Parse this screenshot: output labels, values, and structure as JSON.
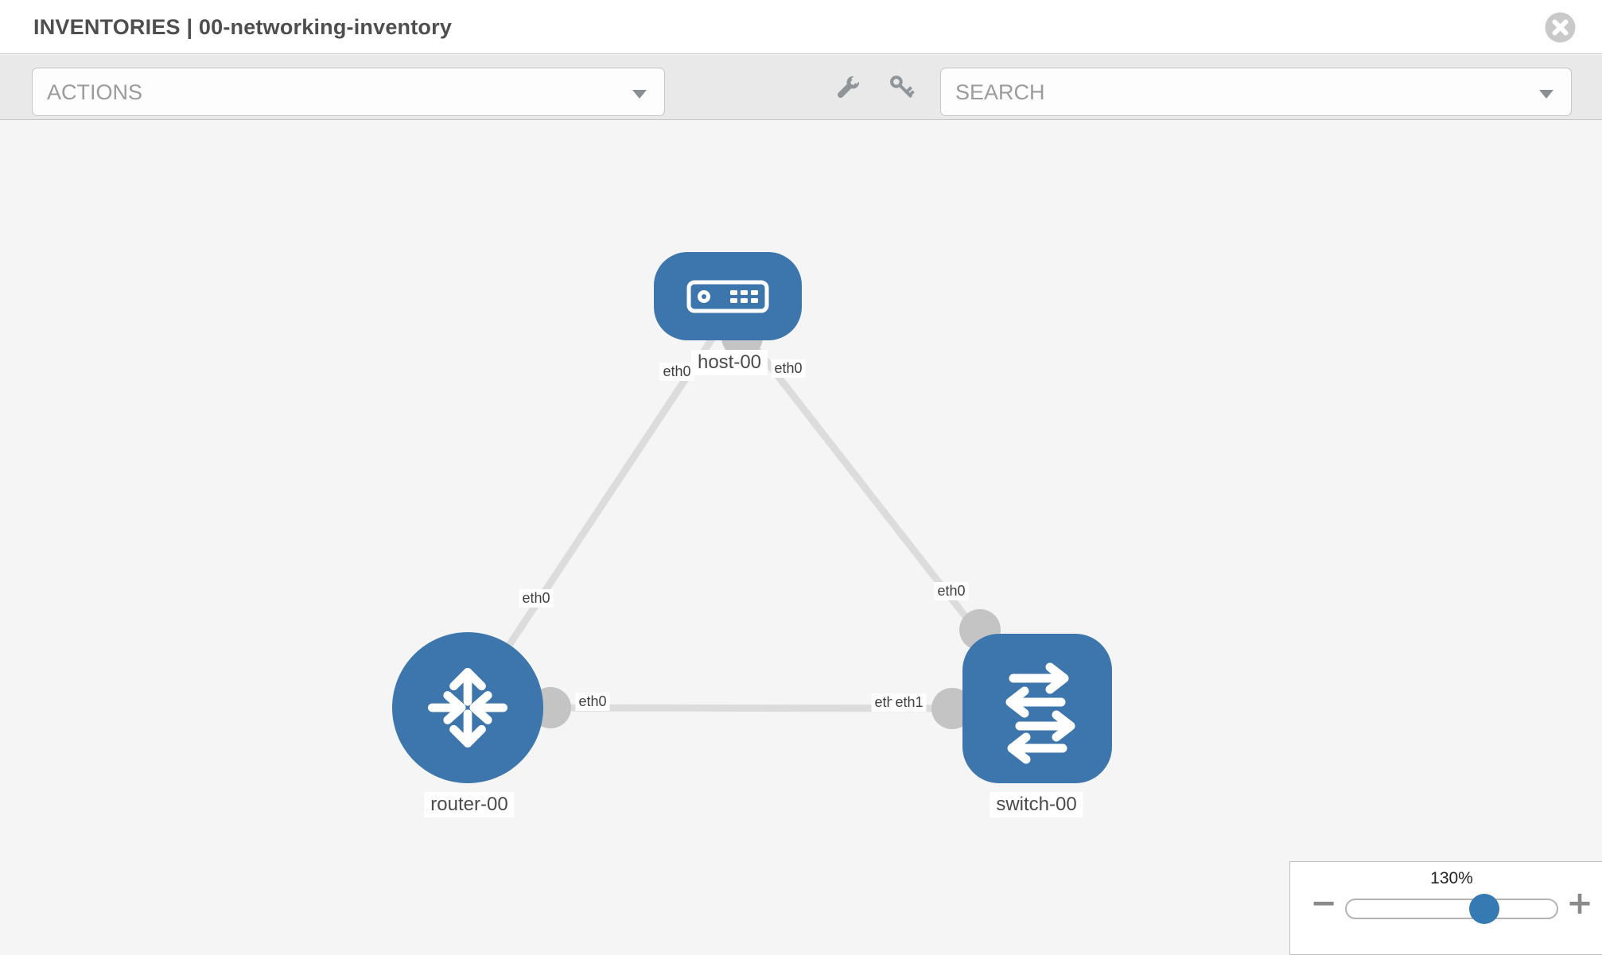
{
  "header": {
    "title": "INVENTORIES | 00-networking-inventory",
    "close_icon": "circle-x-icon"
  },
  "toolbar": {
    "actions_placeholder": "ACTIONS",
    "search_placeholder": "SEARCH",
    "icons": [
      "wrench-icon",
      "key-icon"
    ]
  },
  "topology": {
    "nodes": [
      {
        "id": "host-00",
        "type": "host",
        "label": "host-00"
      },
      {
        "id": "router-00",
        "type": "router",
        "label": "router-00"
      },
      {
        "id": "switch-00",
        "type": "switch",
        "label": "switch-00"
      }
    ],
    "node_labels": {
      "host": "host-00",
      "router": "router-00",
      "switch": "switch-00"
    },
    "links": [
      {
        "from": "router-00",
        "to": "host-00",
        "from_port": "eth0",
        "to_port": "eth0"
      },
      {
        "from": "switch-00",
        "to": "host-00",
        "from_port": "eth0",
        "to_port": "eth0"
      },
      {
        "from": "router-00",
        "to": "switch-00",
        "from_port": "eth0",
        "to_port": "eth1"
      }
    ],
    "port_labels": {
      "router_host_mid": "eth0",
      "router_host_at_host": "eth0",
      "switch_host_at_host": "eth0",
      "switch_host_mid": "eth0",
      "router_switch_at_router": "eth0",
      "router_switch_at_switch_hidden": "eth0",
      "router_switch_at_switch": "eth1"
    },
    "colors": {
      "node_fill": "#3c76ad",
      "link": "#dcdcdc",
      "endpoint": "#c4c4c4",
      "canvas_bg": "#f5f5f5",
      "label_bg": "#ffffff",
      "label_text": "#4a4a4a"
    }
  },
  "zoom_control": {
    "level": "130%",
    "minus_label": "−",
    "plus_label": "+",
    "handle_color": "#357ab2"
  }
}
